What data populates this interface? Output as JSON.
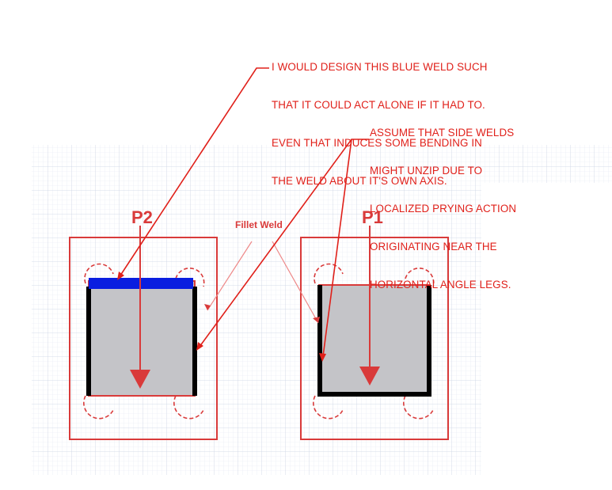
{
  "annotations": {
    "note_blue_weld": [
      "I WOULD DESIGN THIS BLUE WELD SUCH",
      "THAT IT COULD ACT ALONE IF IT HAD TO.",
      "EVEN THAT INDUCES SOME BENDING IN",
      "THE WELD ABOUT IT'S OWN AXIS."
    ],
    "note_side_welds": [
      "ASSUME THAT SIDE WELDS",
      "MIGHT UNZIP DUE TO",
      "LOCALIZED PRYING ACTION",
      "ORIGINATING NEAR THE",
      "HORIZONTAL ANGLE LEGS."
    ]
  },
  "figure": {
    "label_left": "P2",
    "label_right": "P1",
    "fillet_weld_label": "Fillet Weld"
  },
  "colors": {
    "annotation": "#e0201a",
    "drawing_red": "#d93a3a",
    "blue_weld": "#0a1ee0",
    "weld_black": "#000000",
    "plate_fill": "#c4c4c8",
    "grid_minor": "#dde3ee",
    "grid_major": "#c7d0e2"
  }
}
